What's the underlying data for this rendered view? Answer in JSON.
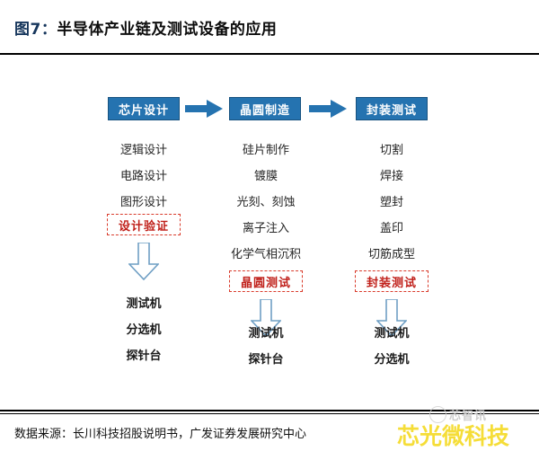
{
  "header": {
    "fig_number": "图7：",
    "title": "半导体产业链及测试设备的应用"
  },
  "diagram": {
    "stages": [
      {
        "key": "design",
        "label": "芯片设计",
        "steps": [
          "逻辑设计",
          "电路设计",
          "图形设计"
        ],
        "test_tag": "设计验证",
        "equipment": [
          "测试机",
          "分选机",
          "探针台"
        ]
      },
      {
        "key": "fabrication",
        "label": "晶圆制造",
        "steps": [
          "硅片制作",
          "镀膜",
          "光刻、刻蚀",
          "离子注入",
          "化学气相沉积"
        ],
        "test_tag": "晶圆测试",
        "equipment": [
          "测试机",
          "探针台"
        ]
      },
      {
        "key": "packaging-test",
        "label": "封装测试",
        "steps": [
          "切割",
          "焊接",
          "塑封",
          "盖印",
          "切筋成型"
        ],
        "test_tag": "封装测试",
        "equipment": [
          "测试机",
          "分选机"
        ]
      }
    ],
    "flow_arrows": [
      "arrow-right-icon",
      "arrow-right-icon"
    ],
    "down_arrows": [
      "arrow-down-icon",
      "arrow-down-icon",
      "arrow-down-icon"
    ]
  },
  "footer": {
    "source": "数据来源：长川科技招股说明书，广发证券发展研究中心"
  },
  "watermarks": {
    "yellow": "芯光微科技",
    "gray": "芯智讯"
  },
  "colors": {
    "stage_box_fill": "#2573b0",
    "stage_box_border": "#17527f",
    "arrow_blue": "#2573b0",
    "down_arrow_stroke": "#6f9fc4",
    "tag_red": "#c0201a",
    "tag_border": "#d93b2b",
    "rule_black": "#000000",
    "watermark_yellow": "#f5dc2e",
    "watermark_gray": "#c8c8c8"
  }
}
